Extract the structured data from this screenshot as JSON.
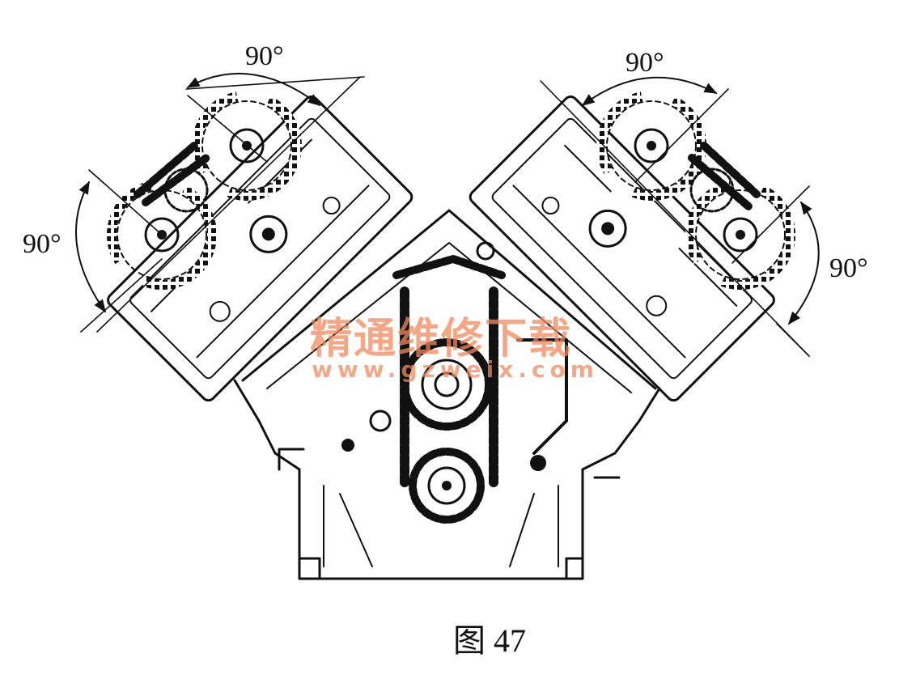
{
  "labels": {
    "angle_top_left": "90°",
    "angle_top_right": "90°",
    "angle_left": "90°",
    "angle_right": "90°"
  },
  "caption": "图 47",
  "watermark": {
    "title": "精通维修下载",
    "url": "www.gzweix.com",
    "color": "#f08a5d"
  }
}
